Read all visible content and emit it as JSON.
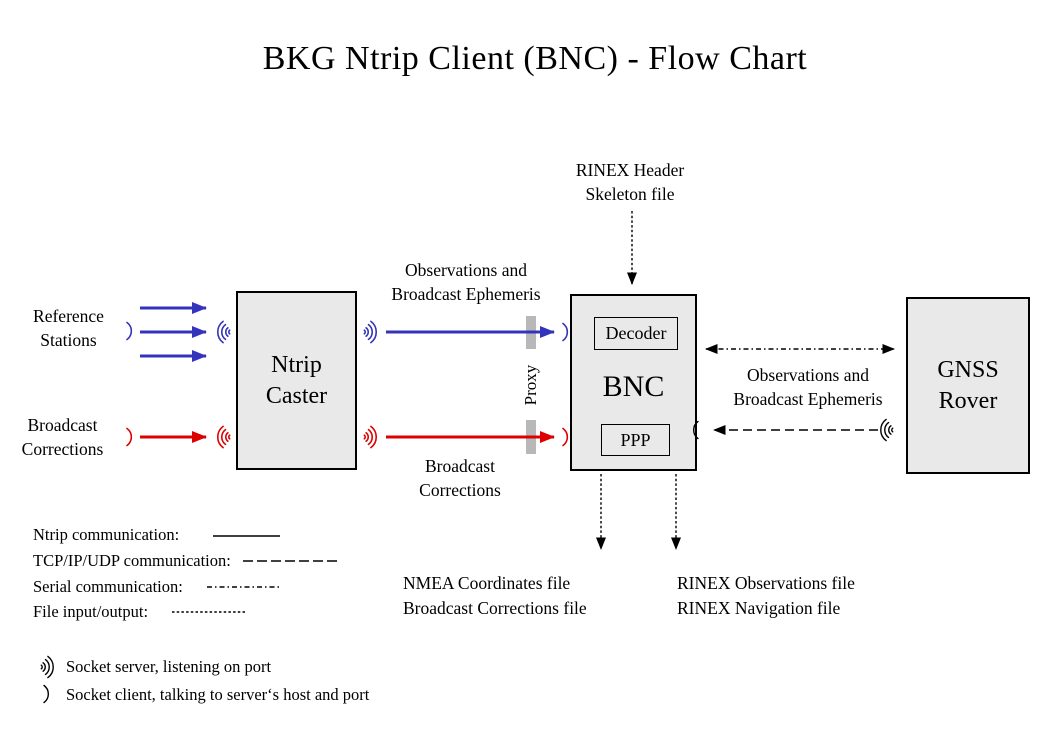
{
  "title": "BKG Ntrip Client (BNC)  -  Flow Chart",
  "nodes": {
    "ntrip_caster": {
      "line1": "Ntrip",
      "line2": "Caster"
    },
    "bnc": {
      "label": "BNC",
      "decoder": "Decoder",
      "ppp": "PPP"
    },
    "gnss_rover": {
      "line1": "GNSS",
      "line2": "Rover"
    }
  },
  "labels": {
    "reference_stations": {
      "line1": "Reference",
      "line2": "Stations"
    },
    "broadcast_corrections_input": {
      "line1": "Broadcast",
      "line2": "Corrections"
    },
    "observations_top": {
      "line1": "Observations and",
      "line2": "Broadcast Ephemeris"
    },
    "broadcast_corrections_stream": {
      "line1": "Broadcast",
      "line2": "Corrections"
    },
    "rinex_header": {
      "line1": "RINEX Header",
      "line2": "Skeleton file"
    },
    "proxy": "Proxy",
    "observations_right": {
      "line1": "Observations and",
      "line2": "Broadcast Ephemeris"
    },
    "nmea_output": {
      "line1": "NMEA Coordinates file",
      "line2": "Broadcast Corrections file"
    },
    "rinex_output": {
      "line1": "RINEX Observations file",
      "line2": "RINEX Navigation file"
    }
  },
  "legend": {
    "ntrip": "Ntrip communication:",
    "tcp": "TCP/IP/UDP communication:",
    "serial": "Serial communication:",
    "file": "File input/output:",
    "socket_server": "Socket server, listening on port",
    "socket_client": "Socket client, talking to server‘s host and port"
  },
  "colors": {
    "ntrip_blue": "#3333bb",
    "corrections_red": "#dd0000",
    "box_fill": "#e9e9e9",
    "proxy_gray": "#b8b8b8"
  }
}
